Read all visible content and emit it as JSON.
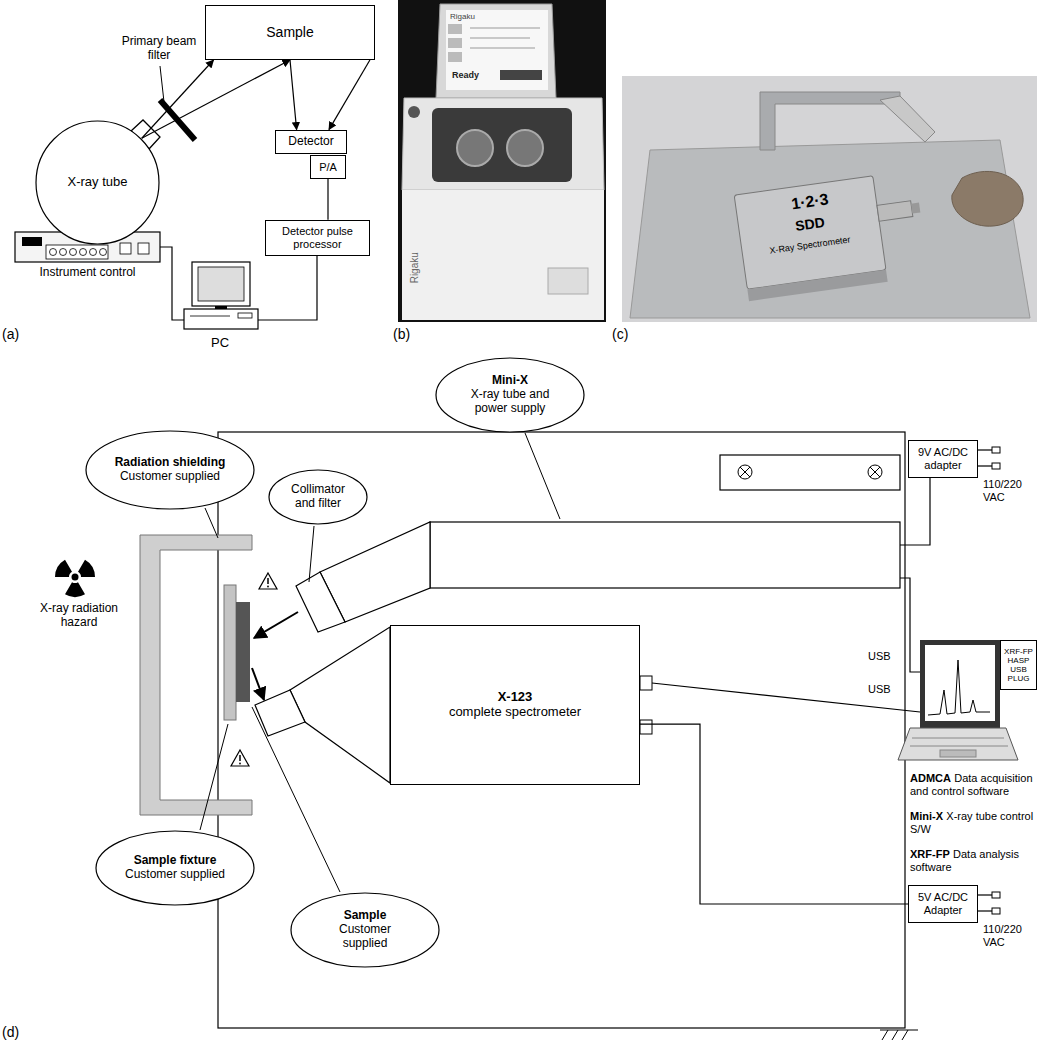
{
  "diagram": {
    "nodes": [
      {
        "text": [
          "Sample"
        ]
      },
      {
        "text": [
          "X-ray tube"
        ]
      },
      {
        "text": [
          "Detector"
        ]
      },
      {
        "text": [
          "P/A"
        ]
      },
      {
        "text": [
          "Detector pulse processor"
        ]
      },
      {
        "text": [
          "Radiation shielding",
          "Customer supplied"
        ]
      },
      {
        "text": [
          "Mini-X",
          "X-ray tube and power supply"
        ]
      },
      {
        "text": [
          "Collimator and filter"
        ]
      },
      {
        "text": [
          "9V AC/DC adapter"
        ]
      },
      {
        "text": [
          "XRF-FP HASP USB PLUG"
        ]
      },
      {
        "text": [
          "X-123",
          "complete spectrometer"
        ]
      },
      {
        "text": [
          "Sample fixture",
          "Customer supplied"
        ]
      },
      {
        "text": [
          "Sample",
          "Customer supplied"
        ]
      },
      {
        "text": [
          "5V AC/DC Adapter"
        ]
      }
    ],
    "edges": [
      {
        "from": 1,
        "to": 0,
        "arrow": "to"
      },
      {
        "from": 1,
        "to": 0,
        "arrow": "to"
      },
      {
        "from": 0,
        "to": 2,
        "arrow": "to"
      },
      {
        "from": 0,
        "to": 2,
        "arrow": "to"
      },
      {
        "from": 3,
        "to": 4,
        "arrow": "none"
      },
      {
        "from": 10,
        "to": 13,
        "arrow": "none"
      }
    ],
    "labels": [
      "Primary beam filter",
      "Instrument control",
      "PC",
      "(a)",
      "Rigaku",
      "Ready",
      "Rigaku",
      "(b)",
      "1·2·3",
      "SDD",
      "X-Ray Spectrometer",
      "(c)",
      "X-ray radiation hazard",
      "110/220 VAC",
      "USB",
      "USB",
      "ADMCA",
      "Data acquisition and control software",
      "Mini-X",
      "X-ray tube control S/W",
      "XRF-FP",
      "Data analysis software",
      "110/220 VAC",
      "(d)"
    ]
  }
}
